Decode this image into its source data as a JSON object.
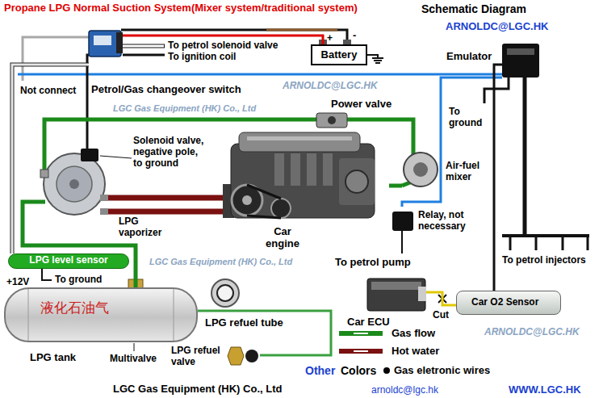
{
  "diagram": {
    "title": "Propane LPG Normal Suction System(Mixer system/traditional system)",
    "nodes": [
      {
        "text": [
          "Petrol/Gas changeover switch"
        ]
      },
      {
        "text": [
          "Battery"
        ]
      },
      {
        "text": [
          "Emulator"
        ]
      },
      {
        "text": [
          "Power valve"
        ]
      },
      {
        "text": [
          "Car engine"
        ]
      },
      {
        "text": [
          "Air-fuel mixer"
        ]
      },
      {
        "text": [
          "LPG vaporizer"
        ]
      },
      {
        "text": [
          "Relay, not necessary"
        ]
      },
      {
        "text": [
          "LPG level sensor"
        ]
      },
      {
        "text": [
          "液化石油气",
          "LPG tank"
        ]
      },
      {
        "text": [
          "LPG refuel tube"
        ]
      },
      {
        "text": [
          "LPG refuel valve"
        ]
      },
      {
        "text": [
          "Car ECU"
        ]
      },
      {
        "text": [
          "Car O2 Sensor"
        ]
      }
    ],
    "edges": [
      {
        "from": 0,
        "to": 1,
        "arrow": "none"
      },
      {
        "from": 0,
        "to": 2,
        "arrow": "none"
      },
      {
        "from": 0,
        "to": 6,
        "arrow": "none"
      },
      {
        "from": 0,
        "to": 8,
        "arrow": "none"
      },
      {
        "from": 2,
        "to": 7,
        "arrow": "none"
      },
      {
        "from": 2,
        "to": 13,
        "arrow": "none"
      },
      {
        "from": 12,
        "to": 13,
        "arrow": "none"
      },
      {
        "from": 9,
        "to": 6,
        "arrow": "none"
      },
      {
        "from": 6,
        "to": 3,
        "arrow": "none"
      },
      {
        "from": 3,
        "to": 5,
        "arrow": "none"
      },
      {
        "from": 5,
        "to": 4,
        "arrow": "none"
      },
      {
        "from": 6,
        "to": 4,
        "arrow": "none"
      },
      {
        "from": 6,
        "to": 4,
        "arrow": "none"
      },
      {
        "from": 11,
        "to": 9,
        "arrow": "none"
      }
    ],
    "labels": [
      "Schematic Diagram",
      "ARNOLDC@LGC.HK",
      "To petrol solenoid valve",
      "To ignition coil",
      "+",
      "-",
      "Not connect",
      "To ground",
      "Solenoid valve, negative pole, to ground",
      "To petrol pump",
      "To petrol injectors",
      "+12V",
      "To ground",
      "Multivalve",
      "Cut",
      "Other",
      "Colors",
      "LGC Gas Equipment (HK) Co., Ltd",
      "arnoldc@lgc.hk",
      "WWW.LGC.HK",
      "LGC Gas Equipment (HK) Co., Ltd",
      "ARNOLDC@LGC.HK",
      "LGC Gas Equipment (HK) Co., Ltd",
      "ARNOLDC@LGC.HK"
    ],
    "legend": [
      {
        "text": "Gas flow"
      },
      {
        "text": "Hot water"
      },
      {
        "text": "Gas eletronic wires"
      }
    ]
  }
}
